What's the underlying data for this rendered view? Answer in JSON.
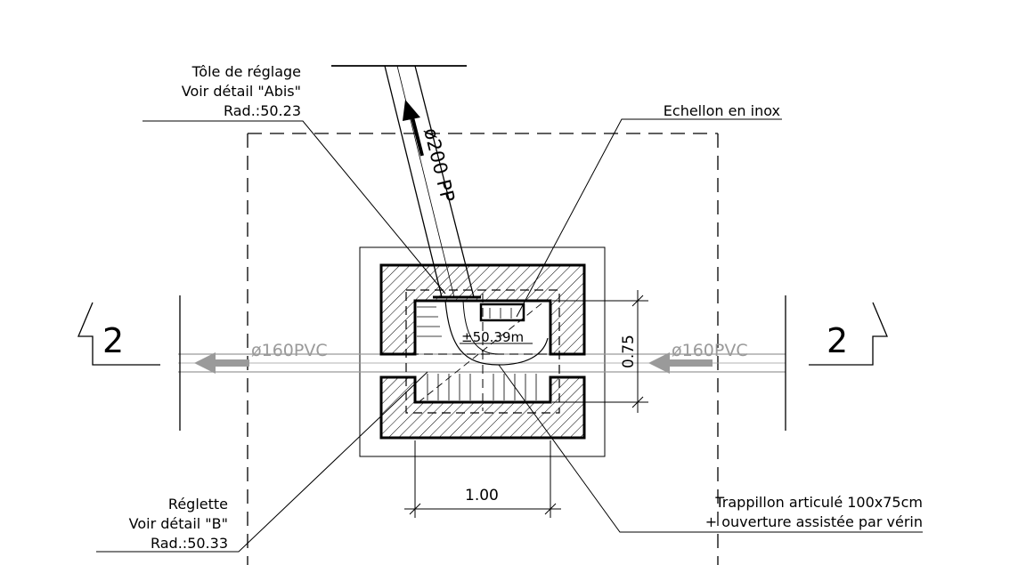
{
  "labels": {
    "tole_line1": "Tôle de réglage",
    "tole_line2": "Voir détail \"Abis\"",
    "tole_line3": "Rad.:50.23",
    "echellon": "Echellon en inox",
    "pipe_pp": "ø200 PP",
    "level": "±50.39m",
    "pvc_left": "ø160PVC",
    "pvc_right": "ø160PVC",
    "dim_height": "0.75",
    "dim_width": "1.00",
    "reglette_line1": "Réglette",
    "reglette_line2": "Voir détail \"B\"",
    "reglette_line3": "Rad.:50.33",
    "trappillon_line1": "Trappillon articulé 100x75cm",
    "trappillon_line2": "+ ouverture assistée par vérin",
    "section_left": "2",
    "section_right": "2"
  },
  "colors": {
    "line": "#000000",
    "pvc": "#9a9a9a"
  }
}
